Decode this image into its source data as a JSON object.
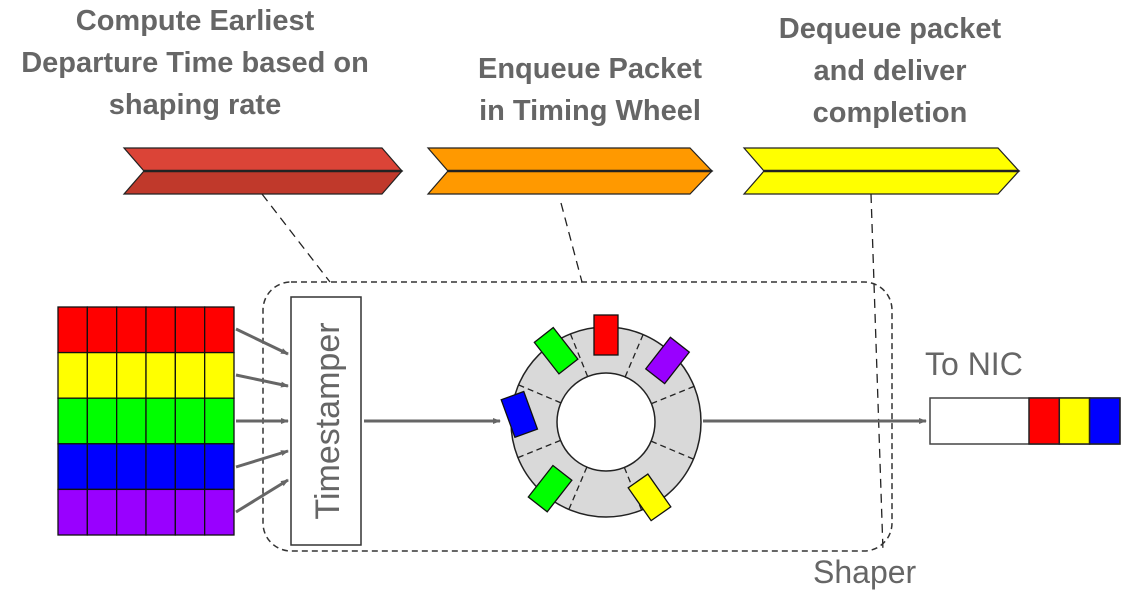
{
  "diagram": {
    "stages": [
      {
        "label": "Compute Earliest\nDeparture Time based on\nshaping rate",
        "color_top": "#db4437",
        "color_bottom": "#c0392b"
      },
      {
        "label": "Enqueue Packet\nin Timing Wheel",
        "color_top": "#ff9900",
        "color_bottom": "#ff9900"
      },
      {
        "label": "Dequeue packet\nand deliver\ncompletion",
        "color_top": "#ffff00",
        "color_bottom": "#ffff00"
      }
    ],
    "input_queues": {
      "rows": [
        {
          "color": "#ff0000"
        },
        {
          "color": "#ffff00"
        },
        {
          "color": "#00ff00"
        },
        {
          "color": "#0000ff"
        },
        {
          "color": "#9900ff"
        }
      ],
      "columns": 6
    },
    "timestamper": {
      "label": "Timestamper"
    },
    "timing_wheel": {
      "fill": "#d9d9d9",
      "slots": 8,
      "packets": [
        {
          "color": "#ff0000"
        },
        {
          "color": "#9900ff"
        },
        {
          "color": "#ffff00"
        },
        {
          "color": "#00ff00"
        },
        {
          "color": "#0000ff"
        },
        {
          "color": "#00ff00"
        }
      ]
    },
    "shaper": {
      "label": "Shaper"
    },
    "nic": {
      "label": "To NIC",
      "packets": [
        {
          "color": "#ff0000"
        },
        {
          "color": "#ffff00"
        },
        {
          "color": "#0000ff"
        }
      ]
    },
    "arrow_color": "#666666"
  }
}
